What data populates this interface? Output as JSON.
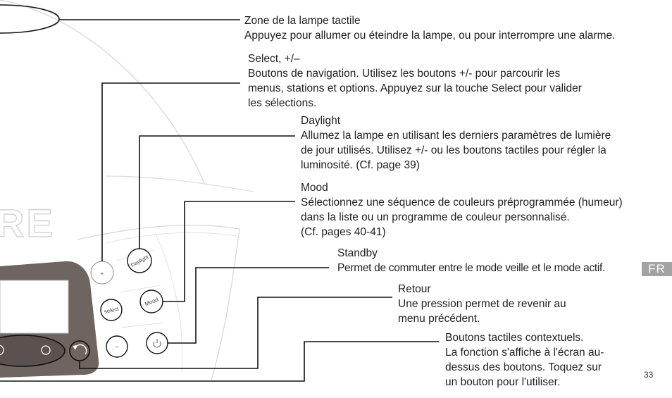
{
  "device": {
    "brand_partial": "RE",
    "buttons": {
      "plus": "+",
      "select": "select",
      "minus": "–",
      "daylight": "Daylight",
      "mood": "Mood"
    },
    "icons": [
      "power-icon",
      "return-arrow-icon",
      "circle-button-icon"
    ]
  },
  "callouts": [
    {
      "title": "Zone de la lampe tactile",
      "desc": "Appuyez pour allumer ou éteindre la lampe, ou pour interrompre une alarme."
    },
    {
      "title": "Select, +/–",
      "desc": "Boutons de navigation. Utilisez les boutons +/- pour parcourir les\nmenus, stations et options. Appuyez sur la touche Select pour valider\nles sélections."
    },
    {
      "title": "Daylight",
      "desc": "Allumez la lampe en utilisant les derniers paramètres de lumière\nde jour utilisés. Utilisez +/- ou les boutons tactiles pour régler la\nluminosité. (Cf. page 39)"
    },
    {
      "title": "Mood",
      "desc": "Sélectionnez une séquence de couleurs préprogrammée (humeur)\ndans la liste ou un programme de couleur personnalisé.\n(Cf. pages 40-41)"
    },
    {
      "title": "Standby",
      "desc": "Permet de commuter entre le mode veille et le mode actif."
    },
    {
      "title": "Retour",
      "desc": "Une pression permet de revenir au\nmenu précédent."
    },
    {
      "title": "Boutons tactiles contextuels.",
      "desc": "La fonction s'affiche à l'écran au-\ndessus des boutons. Toquez sur\nun bouton pour l'utiliser."
    }
  ],
  "lang_badge": "FR",
  "page_number": "33"
}
